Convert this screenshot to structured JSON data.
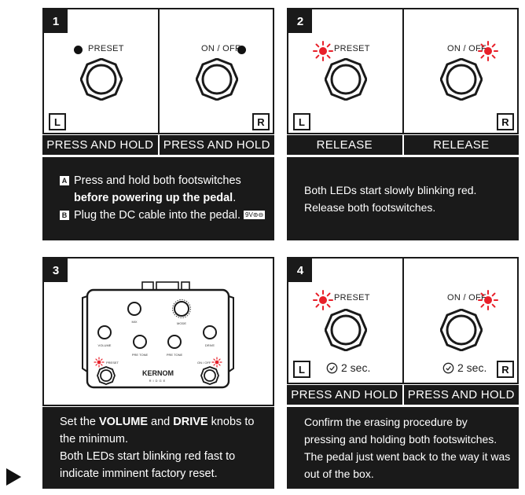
{
  "steps": [
    {
      "number": "1",
      "left": {
        "tag": "L",
        "led_label": "PRESET",
        "led_state": "off"
      },
      "right": {
        "tag": "R",
        "led_label": "ON / OFF",
        "led_state": "off"
      },
      "actions": [
        "PRESS AND HOLD",
        "PRESS AND HOLD"
      ],
      "desc": {
        "a_marker": "A",
        "a_line1": "Press and hold both footswitches",
        "a_line2": "before powering up the pedal",
        "a_line2_end": ".",
        "b_marker": "B",
        "b_line": "Plug the DC cable into the pedal.",
        "b_badge": "9V⊚⊖"
      }
    },
    {
      "number": "2",
      "left": {
        "tag": "L",
        "led_label": "PRESET",
        "led_state": "blinking-red"
      },
      "right": {
        "tag": "R",
        "led_label": "ON / OFF",
        "led_state": "blinking-red"
      },
      "actions": [
        "RELEASE",
        "RELEASE"
      ],
      "desc": {
        "line1": "Both LEDs start slowly blinking red.",
        "line2": "Release both footswitches."
      }
    },
    {
      "number": "3",
      "pedal": {
        "brand": "KERNOM",
        "model": "RIDGE",
        "knobs": [
          "MIX",
          "MODE",
          "VOLUME",
          "PRE TONE",
          "PRE TONE",
          "DRIVE"
        ],
        "preset_label": "PRESET",
        "onoff_label": "ON / OFF"
      },
      "desc": {
        "l1_a": "Set the ",
        "l1_b": "VOLUME",
        "l1_c": " and ",
        "l1_d": "DRIVE",
        "l1_e": " knobs to",
        "l2": "the minimum.",
        "l3": "Both LEDs start blinking red fast to",
        "l4": "indicate imminent factory reset."
      }
    },
    {
      "number": "4",
      "left": {
        "tag": "L",
        "led_label": "PRESET",
        "led_state": "blinking-red",
        "timer": "2 sec."
      },
      "right": {
        "tag": "R",
        "led_label": "ON / OFF",
        "led_state": "blinking-red",
        "timer": "2 sec."
      },
      "actions": [
        "PRESS AND HOLD",
        "PRESS AND HOLD"
      ],
      "desc": {
        "line1": "Confirm the erasing procedure by",
        "line2": "pressing and holding both footswitches.",
        "line3": "The pedal just went back to the way it was",
        "line4": "out of the box."
      }
    }
  ],
  "colors": {
    "led_red": "#e8202a",
    "panel_dark": "#1a1a1a"
  }
}
